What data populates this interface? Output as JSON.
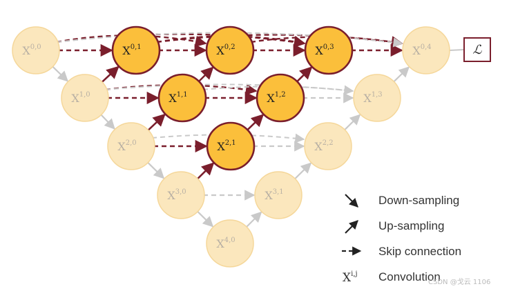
{
  "colors": {
    "inactive_fill": "#fbe7bd",
    "inactive_stroke": "#f5d79a",
    "inactive_text": "#b8b0a4",
    "active_fill": "#fbbf3b",
    "active_stroke": "#7a1e2c",
    "active_text": "#222222",
    "dark_arrow": "#7a1e2c",
    "light_arrow": "#c9c9c9",
    "legend_arrow": "#222222"
  },
  "nodes": [
    {
      "id": "x00",
      "base": "X",
      "sup": "0,0",
      "active": false
    },
    {
      "id": "x01",
      "base": "X",
      "sup": "0,1",
      "active": true
    },
    {
      "id": "x02",
      "base": "X",
      "sup": "0,2",
      "active": true
    },
    {
      "id": "x03",
      "base": "X",
      "sup": "0,3",
      "active": true
    },
    {
      "id": "x04",
      "base": "X",
      "sup": "0,4",
      "active": false
    },
    {
      "id": "x10",
      "base": "X",
      "sup": "1,0",
      "active": false
    },
    {
      "id": "x11",
      "base": "X",
      "sup": "1,1",
      "active": true
    },
    {
      "id": "x12",
      "base": "X",
      "sup": "1,2",
      "active": true
    },
    {
      "id": "x13",
      "base": "X",
      "sup": "1,3",
      "active": false
    },
    {
      "id": "x20",
      "base": "X",
      "sup": "2,0",
      "active": false
    },
    {
      "id": "x21",
      "base": "X",
      "sup": "2,1",
      "active": true
    },
    {
      "id": "x22",
      "base": "X",
      "sup": "2,2",
      "active": false
    },
    {
      "id": "x30",
      "base": "X",
      "sup": "3,0",
      "active": false
    },
    {
      "id": "x31",
      "base": "X",
      "sup": "3,1",
      "active": false
    },
    {
      "id": "x40",
      "base": "X",
      "sup": "4,0",
      "active": false
    }
  ],
  "loss": {
    "label": "ℒ"
  },
  "legend": {
    "down": "Down-sampling",
    "up": "Up-sampling",
    "skip": "Skip connection",
    "conv_symbol_base": "X",
    "conv_symbol_sup": "i,j",
    "conv": "Convolution"
  },
  "watermark": "CSDN @戈云 1106"
}
